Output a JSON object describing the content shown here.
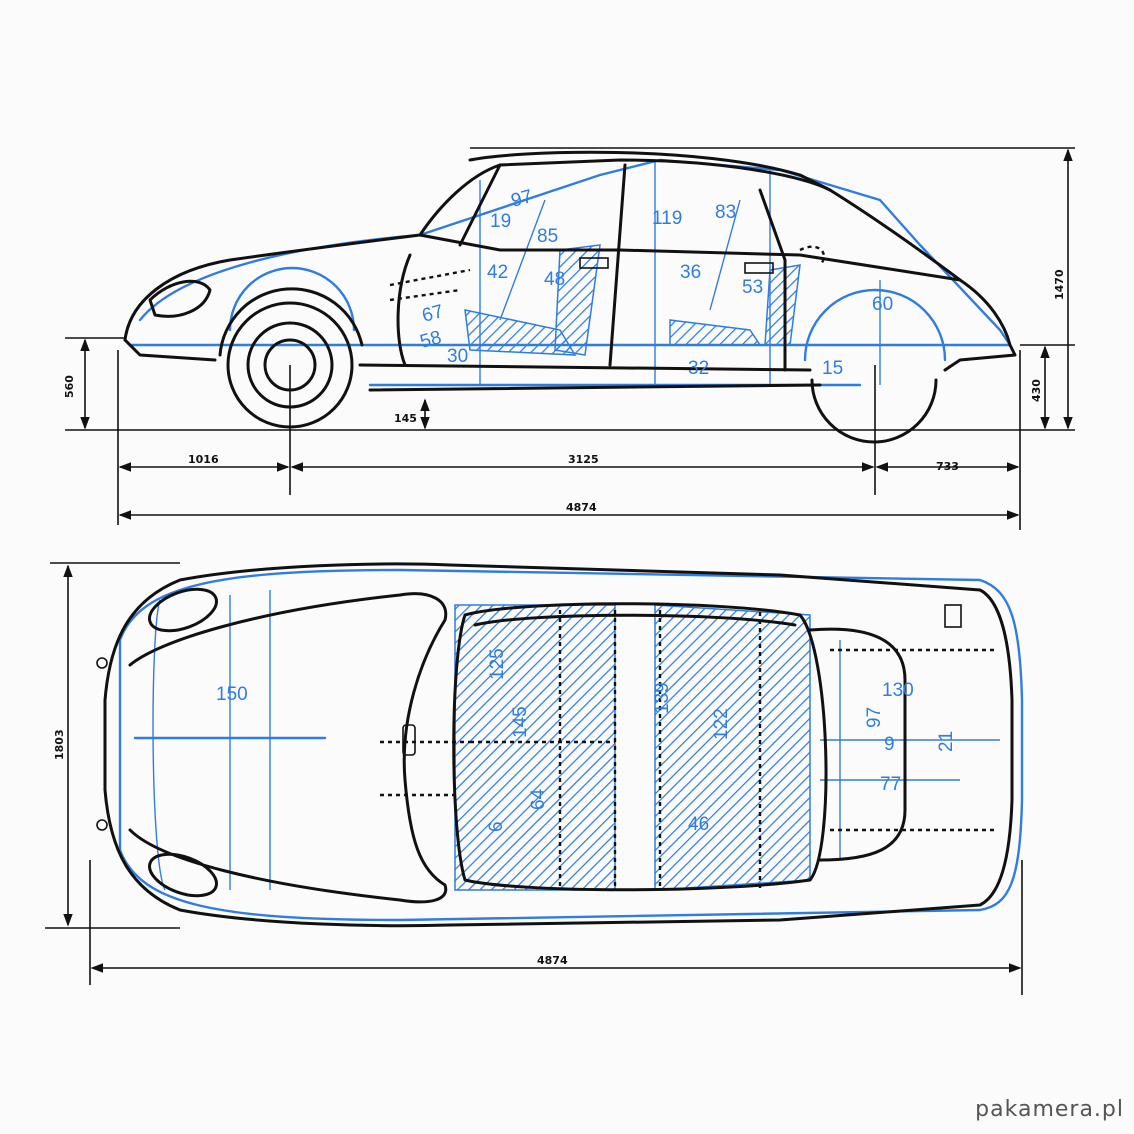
{
  "watermark": "pakamera.pl",
  "colors": {
    "ink": "#111111",
    "blue": "#2f7de0",
    "paper": "#fbfbfb"
  },
  "side_view": {
    "interior_labels": [
      "19",
      "97",
      "85",
      "42",
      "48",
      "67",
      "58",
      "30",
      "119",
      "83",
      "36",
      "53",
      "60",
      "32",
      "15"
    ],
    "dimensions": {
      "front_height": "560",
      "ground_clearance": "145",
      "rear_height": "430",
      "total_height": "1470",
      "front_overhang": "1016",
      "wheelbase": "3125",
      "rear_overhang": "733",
      "total_length": "4874"
    }
  },
  "top_view": {
    "interior_labels": [
      "150",
      "125",
      "145",
      "64",
      "6",
      "139",
      "122",
      "46",
      "130",
      "97",
      "9",
      "77",
      "21"
    ],
    "dimensions": {
      "width": "1803",
      "total_length": "4874"
    }
  }
}
